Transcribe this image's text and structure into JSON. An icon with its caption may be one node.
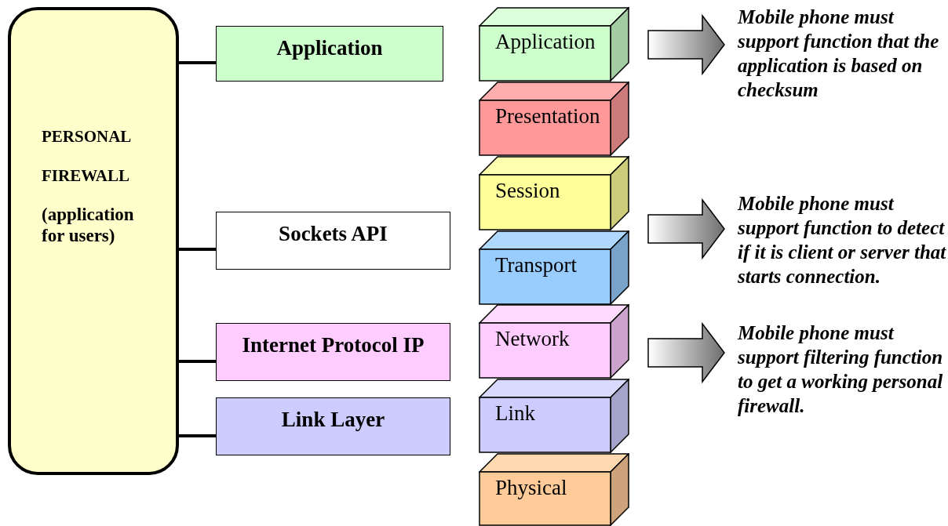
{
  "diagram": {
    "nodes": [
      {
        "text": [
          "PERSONAL",
          "FIREWALL",
          "(application for users)"
        ]
      },
      {
        "text": [
          "Application"
        ]
      },
      {
        "text": [
          "Sockets API"
        ]
      },
      {
        "text": [
          "Internet Protocol IP"
        ]
      },
      {
        "text": [
          "Link Layer"
        ]
      },
      {
        "text": [
          "Application"
        ]
      },
      {
        "text": [
          "Presentation"
        ]
      },
      {
        "text": [
          "Session"
        ]
      },
      {
        "text": [
          "Transport"
        ]
      },
      {
        "text": [
          "Network"
        ]
      },
      {
        "text": [
          "Link"
        ]
      },
      {
        "text": [
          "Physical"
        ]
      },
      {
        "text": [
          "Mobile phone must support function that the application is based on checksum"
        ]
      },
      {
        "text": [
          "Mobile phone must support function to detect if it is client or server that starts connection."
        ]
      },
      {
        "text": [
          "Mobile phone must support filtering function to get a working personal firewall."
        ]
      }
    ],
    "edges": [
      {
        "from": 0,
        "to": 1,
        "arrow": "none"
      },
      {
        "from": 0,
        "to": 2,
        "arrow": "none"
      },
      {
        "from": 0,
        "to": 3,
        "arrow": "none"
      },
      {
        "from": 0,
        "to": 4,
        "arrow": "none"
      },
      {
        "from": 5,
        "to": 12,
        "arrow": "to",
        "style": "thick"
      },
      {
        "from": 8,
        "to": 13,
        "arrow": "to",
        "style": "thick"
      },
      {
        "from": 9,
        "to": 14,
        "arrow": "to",
        "style": "thick"
      }
    ]
  }
}
